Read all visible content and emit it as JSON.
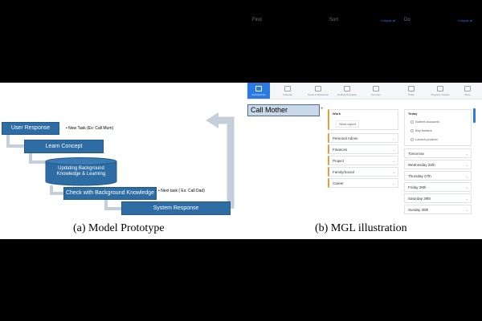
{
  "left_diagram": {
    "boxes": {
      "user_response": "User Response",
      "learn_concept": "Learn Concept",
      "updating": "Updating Background Knowledge & Learning",
      "check": "Check with Background Knowledge",
      "system_response": "System Response"
    },
    "notes": {
      "new_task": "• New Task (Ex: Call Mum)",
      "next_task": "• Next task ( Ex: Call Dad)"
    },
    "caption": "(a) Model Prototype"
  },
  "right_app": {
    "nav": [
      "Find Sort Do",
      "Calendar",
      "Goals & Milestones",
      "Guiding Principles",
      "Compare",
      "Pulse",
      "Progress Tracker",
      "More"
    ],
    "columns": {
      "find": "Find",
      "sort": "Sort",
      "do": "Do"
    },
    "collapse_all": "Collapse all",
    "find_value": "Call Mother",
    "sort": {
      "work": "Work",
      "work_sub": "Send report",
      "items": [
        "Personal Admin",
        "Finances",
        "Project",
        "Family/Social",
        "Career"
      ]
    },
    "do": {
      "today": "Today",
      "today_items": [
        "Submit accounts",
        "Buy flowers",
        "Launch product"
      ],
      "days": [
        "Tomorrow",
        "Wednesday 26th",
        "Thursday 27th",
        "Friday 28th",
        "Saturday 29th",
        "Sunday 30th"
      ]
    },
    "caption": "(b) MGL illustration"
  },
  "colors": {
    "box_blue": "#2e6da4",
    "arrow_gray": "#c5cfdb",
    "accent": "#2a7ae2",
    "sort_accent": "#e0a040"
  }
}
